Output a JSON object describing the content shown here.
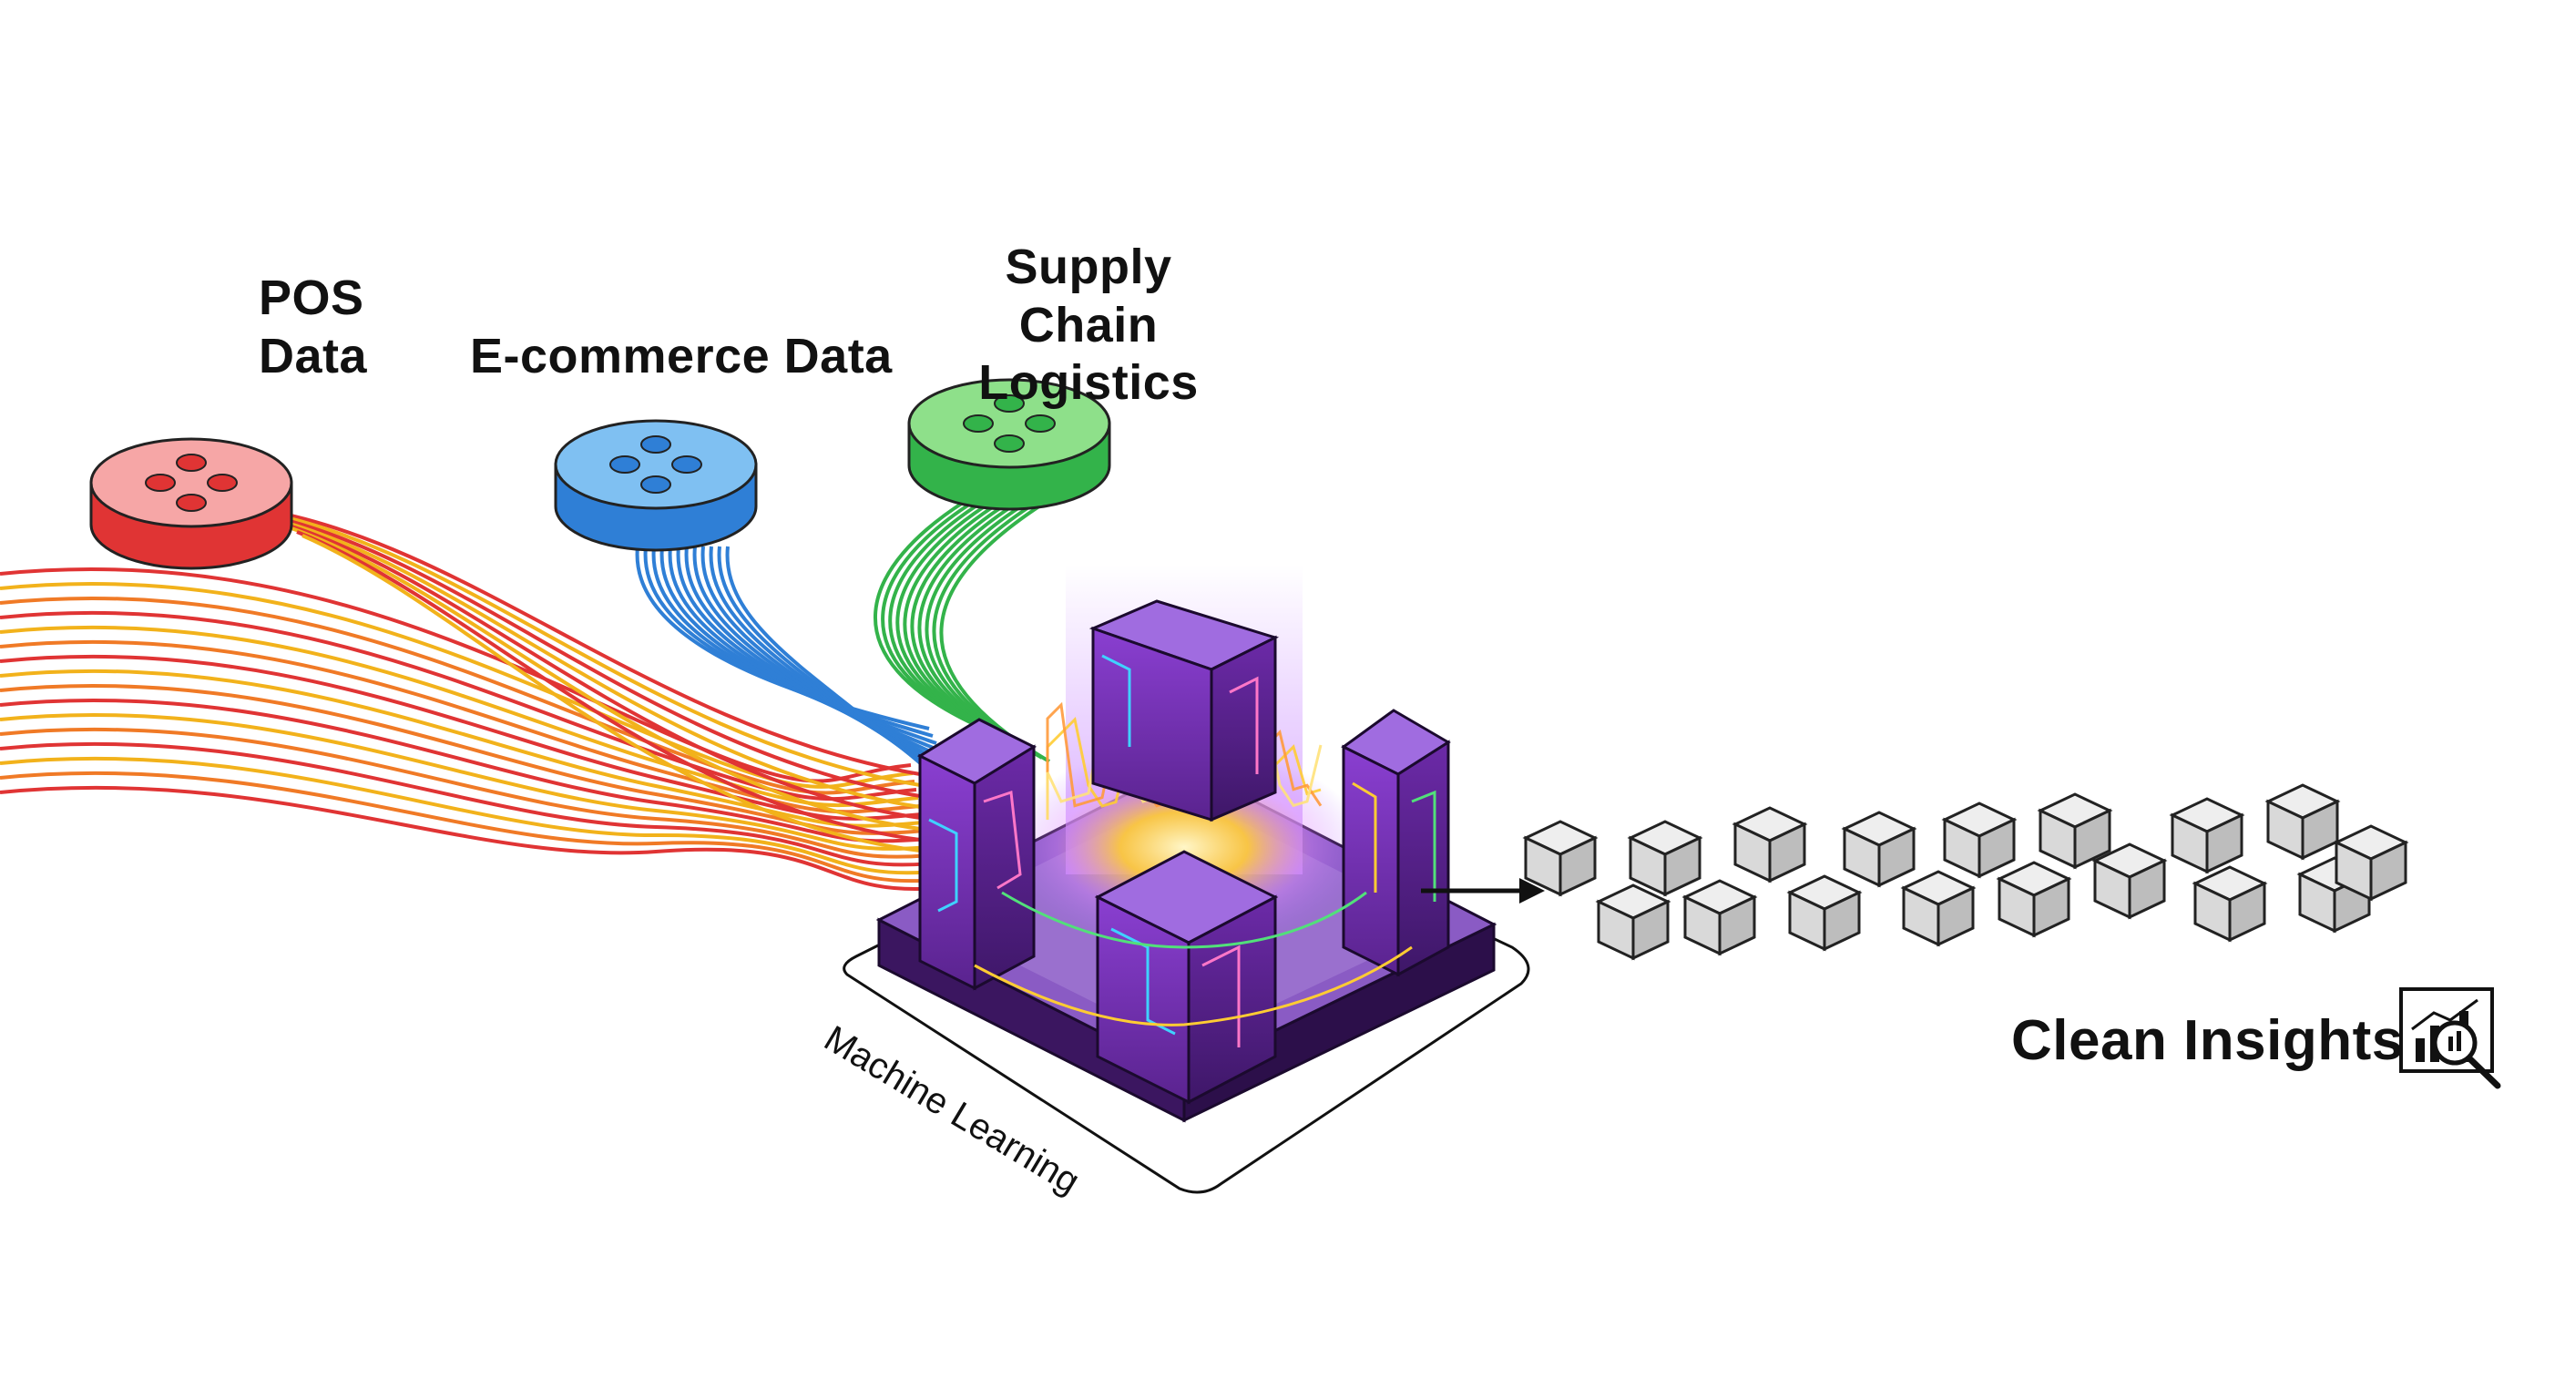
{
  "sources": [
    {
      "id": "pos",
      "label_lines": [
        "POS",
        "Data"
      ],
      "color": "#e03434",
      "top_color": "#f6a6a6"
    },
    {
      "id": "ecommerce",
      "label_lines": [
        "E-commerce Data"
      ],
      "color": "#2f7fd6",
      "top_color": "#7fc0f2"
    },
    {
      "id": "supply",
      "label_lines": [
        "Supply Chain",
        "Logistics"
      ],
      "color": "#33b34a",
      "top_color": "#8ee08a"
    }
  ],
  "processor": {
    "label": "Machine Learning",
    "primary_color": "#6a2fa6",
    "glow_color": "#ffcc33"
  },
  "output": {
    "label": "Clean Insights",
    "icon": "chart-magnifier-icon",
    "block_color": "#d9d9d9"
  }
}
